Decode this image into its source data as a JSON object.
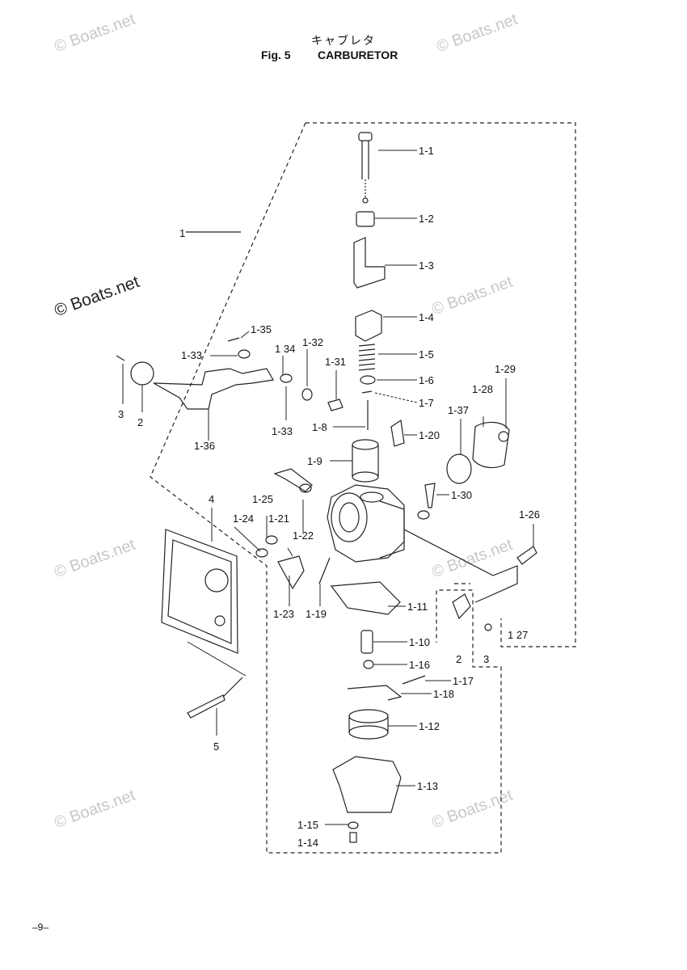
{
  "header": {
    "title_jp": "キャブレタ",
    "fig_label": "Fig. 5",
    "title_en": "CARBURETOR"
  },
  "watermarks": {
    "text": "© Boats.net"
  },
  "page_number": "–9–",
  "callouts": [
    {
      "id": "1-1",
      "text": "1-1"
    },
    {
      "id": "1-2",
      "text": "1-2"
    },
    {
      "id": "1-3",
      "text": "1-3"
    },
    {
      "id": "1-4",
      "text": "1-4"
    },
    {
      "id": "1-5",
      "text": "1-5"
    },
    {
      "id": "1-6",
      "text": "1-6"
    },
    {
      "id": "1-7",
      "text": "1-7"
    },
    {
      "id": "1-8",
      "text": "1-8"
    },
    {
      "id": "1-9",
      "text": "1-9"
    },
    {
      "id": "1-10",
      "text": "1-10"
    },
    {
      "id": "1-11",
      "text": "1-11"
    },
    {
      "id": "1-12",
      "text": "1-12"
    },
    {
      "id": "1-13",
      "text": "1-13"
    },
    {
      "id": "1-14",
      "text": "1-14"
    },
    {
      "id": "1-15",
      "text": "1-15"
    },
    {
      "id": "1-16",
      "text": "1-16"
    },
    {
      "id": "1-17",
      "text": "1-17"
    },
    {
      "id": "1-18",
      "text": "1-18"
    },
    {
      "id": "1-19",
      "text": "1-19"
    },
    {
      "id": "1-20",
      "text": "1-20"
    },
    {
      "id": "1-21",
      "text": "1-21"
    },
    {
      "id": "1-22",
      "text": "1-22"
    },
    {
      "id": "1-23",
      "text": "1-23"
    },
    {
      "id": "1-24",
      "text": "1-24"
    },
    {
      "id": "1-25",
      "text": "1-25"
    },
    {
      "id": "1-26",
      "text": "1-26"
    },
    {
      "id": "1-27",
      "text": "1 27"
    },
    {
      "id": "1-28",
      "text": "1-28"
    },
    {
      "id": "1-29",
      "text": "1-29"
    },
    {
      "id": "1-30",
      "text": "1-30"
    },
    {
      "id": "1-31",
      "text": "1-31"
    },
    {
      "id": "1-32",
      "text": "1-32"
    },
    {
      "id": "1-33a",
      "text": "1-33"
    },
    {
      "id": "1-33b",
      "text": "1-33"
    },
    {
      "id": "1-34",
      "text": "1 34"
    },
    {
      "id": "1-35",
      "text": "1-35"
    },
    {
      "id": "1-36",
      "text": "1-36"
    },
    {
      "id": "1-37",
      "text": "1-37"
    },
    {
      "id": "1",
      "text": "1"
    },
    {
      "id": "2a",
      "text": "2"
    },
    {
      "id": "2b",
      "text": "2"
    },
    {
      "id": "3a",
      "text": "3"
    },
    {
      "id": "3b",
      "text": "3"
    },
    {
      "id": "4",
      "text": "4"
    },
    {
      "id": "5",
      "text": "5"
    }
  ]
}
